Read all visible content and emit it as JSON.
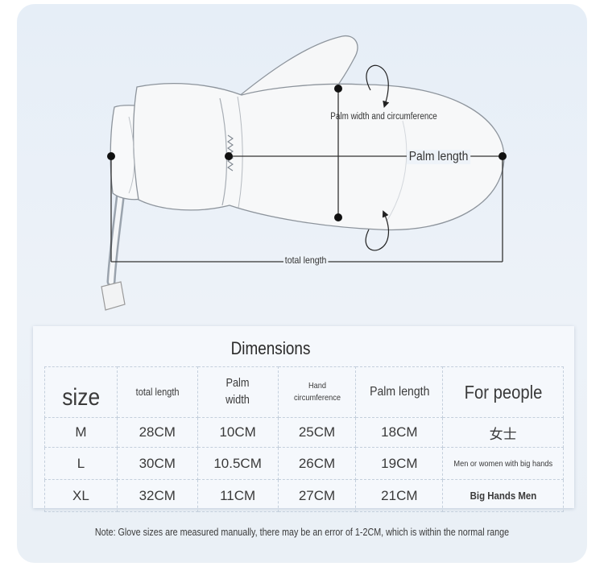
{
  "illustration": {
    "label_palm_width": "Palm width and circumference",
    "label_palm_length": "Palm length",
    "label_total_length": "total length"
  },
  "table": {
    "title": "Dimensions",
    "headers": [
      "size",
      "total length",
      "Palm width",
      "Hand circumference",
      "Palm length",
      "For people"
    ],
    "rows": [
      [
        "M",
        "28CM",
        "10CM",
        "25CM",
        "18CM",
        "女士"
      ],
      [
        "L",
        "30CM",
        "10.5CM",
        "26CM",
        "19CM",
        "Men or women with big hands"
      ],
      [
        "XL",
        "32CM",
        "11CM",
        "27CM",
        "21CM",
        "Big Hands Men"
      ]
    ]
  },
  "note": "Note: Glove sizes are measured manually, there may be an error of 1-2CM, which is within the normal range"
}
